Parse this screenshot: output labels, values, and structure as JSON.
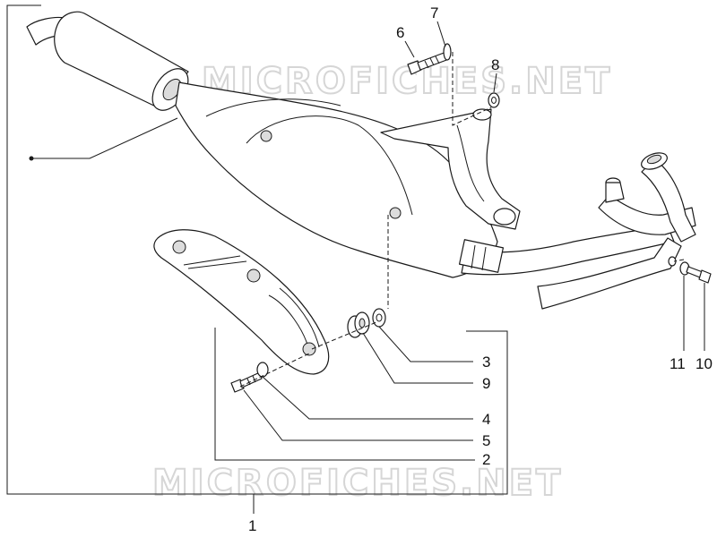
{
  "watermarks": [
    "MICROFICHES.NET",
    "MICROFICHES.NET"
  ],
  "callouts": [
    {
      "id": "1",
      "label": "1"
    },
    {
      "id": "2",
      "label": "2"
    },
    {
      "id": "3",
      "label": "3"
    },
    {
      "id": "4",
      "label": "4"
    },
    {
      "id": "5",
      "label": "5"
    },
    {
      "id": "6",
      "label": "6"
    },
    {
      "id": "7",
      "label": "7"
    },
    {
      "id": "8",
      "label": "8"
    },
    {
      "id": "9",
      "label": "9"
    },
    {
      "id": "10",
      "label": "10"
    },
    {
      "id": "11",
      "label": "11"
    }
  ],
  "colors": {
    "line": "#1a1a1a",
    "background": "#ffffff",
    "watermark": "#d6d6d6"
  }
}
